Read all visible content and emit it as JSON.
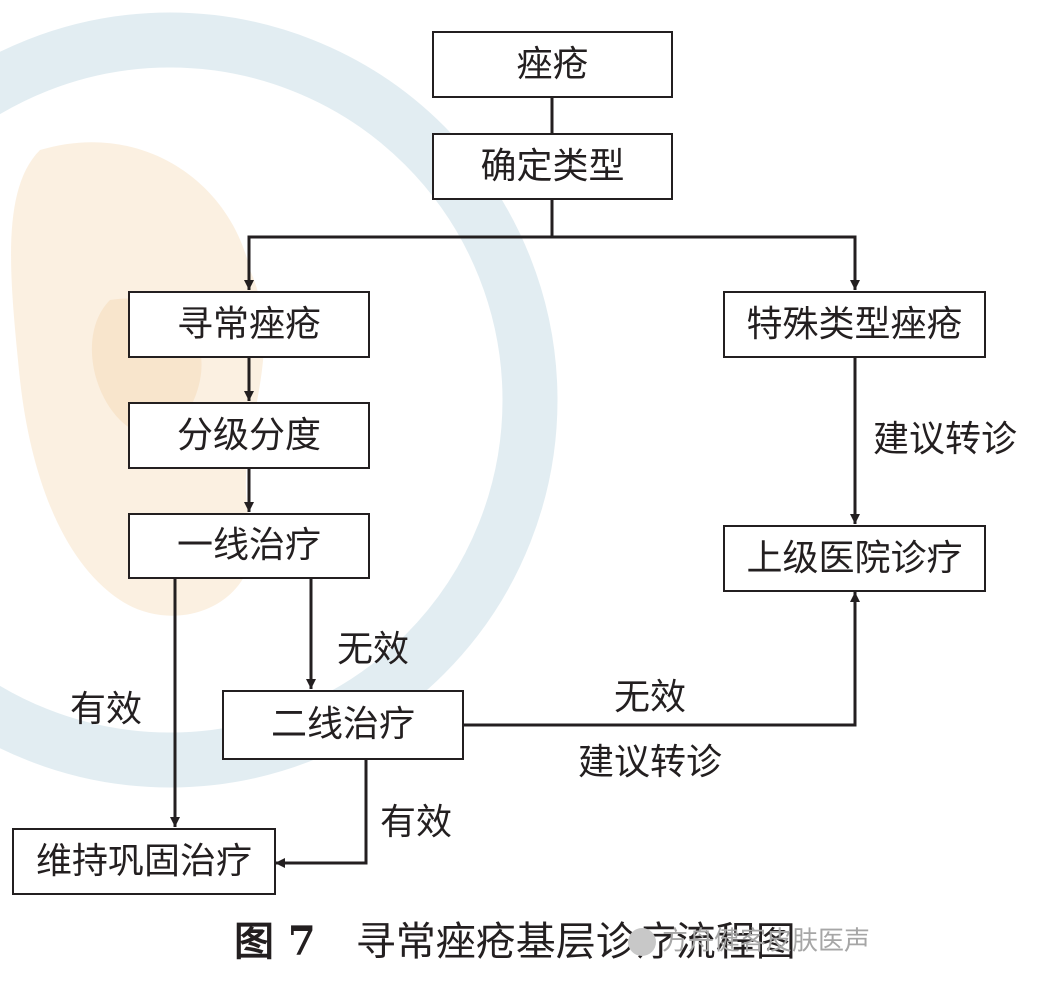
{
  "nodes": {
    "acne": "痤疮",
    "determine_type": "确定类型",
    "common_acne": "寻常痤疮",
    "special_acne": "特殊类型痤疮",
    "grading": "分级分度",
    "first_line": "一线治疗",
    "second_line": "二线治疗",
    "maintenance": "维持巩固治疗",
    "higher_hospital": "上级医院诊疗"
  },
  "edge_labels": {
    "special_referral": "建议转诊",
    "first_ineffective": "无效",
    "first_effective": "有效",
    "second_ineffective": "无效",
    "second_referral": "建议转诊",
    "second_effective": "有效"
  },
  "caption": {
    "number": "图 7",
    "title": "寻常痤疮基层诊疗流程图"
  },
  "watermark": {
    "brand": "方舟健客皮肤医声",
    "brand_icon": "wechat-icon"
  },
  "colors": {
    "line": "#231f20",
    "watermark_blue": "#cfe0e6",
    "watermark_orange": "#f7e3c9"
  }
}
